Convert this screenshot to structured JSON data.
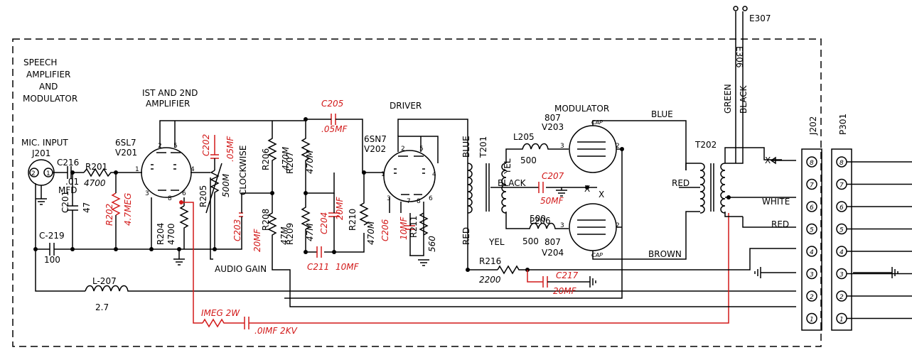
{
  "title_lines": [
    "SPEECH",
    "AMPLIFIER",
    "AND",
    "MODULATOR"
  ],
  "stage_labels": {
    "amp_line1": "IST AND 2ND",
    "amp_line2": "AMPLIFIER",
    "driver": "DRIVER",
    "modulator": "MODULATOR"
  },
  "connectors": {
    "mic_input": "MIC. INPUT",
    "j201": "J201",
    "j202": "J202",
    "p301": "P301",
    "e306": "E306",
    "e307": "E307",
    "pins": [
      "8",
      "7",
      "6",
      "5",
      "4",
      "3",
      "2",
      "1"
    ],
    "x_label": "X",
    "white": "WHITE",
    "red": "RED"
  },
  "tubes": {
    "v201_type": "6SL7",
    "v201": "V201",
    "v202_type": "6SN7",
    "v202": "V202",
    "v203_type": "807",
    "v203": "V203",
    "v204_type": "807",
    "v204": "V204",
    "cap": "CAP",
    "pins": {
      "p1": "1",
      "p2": "2",
      "p3": "3",
      "p4": "4",
      "p5": "5",
      "p6": "6",
      "p7": "7",
      "p8": "8"
    }
  },
  "components": {
    "c216": "C216",
    "c216_val1": ".01",
    "c216_val2": "MFD",
    "r201": "R201",
    "r201_val": "4700",
    "r202": "R202",
    "r202_val": "4.7MEG",
    "c201": "C201",
    "c201_val": "47",
    "c219": "C-219",
    "c219_val": "100",
    "l207": "L-207",
    "l207_val": "2.7",
    "r204": "R204",
    "r204_val": "4700",
    "c202": "C202",
    "c202_val": ".05MF",
    "r205": "R205",
    "r205_val": "500M",
    "clockwise": "CLOCKWISE",
    "c203": "C203",
    "c203_val": "20MF",
    "audio_gain": "AUDIO GAIN",
    "r206": "R206",
    "r206_val": "470M",
    "r208": "R208",
    "r208_val": "47M",
    "c205": "C205",
    "c205_val": ".05MF",
    "r207": "R207",
    "r207_val": "470M",
    "r209": "R209",
    "r209_val": "47M",
    "c204": "C204",
    "c204_val": "20MF",
    "c211": "C211",
    "c211_val": "10MF",
    "r210": "R210",
    "r210_val": "470M",
    "c206": "C206",
    "c206_val": "10MF",
    "r211": "R211",
    "r211_val": "560",
    "t201": "T201",
    "blue": "BLUE",
    "red": "RED",
    "yel": "YEL",
    "black": "BLACK",
    "l205": "L205",
    "l205_val": "500",
    "l206": "L206",
    "l206_val": "500",
    "c207": "C207",
    "c207_val": "50MF",
    "r216": "R216",
    "r216_val": "2200",
    "c217": "C217",
    "c217_val": "20MF",
    "t202": "T202",
    "green": "GREEN",
    "brown": "BROWN",
    "red_t202": "RED",
    "r_mod_1": "IMEG 2W",
    "c_mod_1": ".0IMF 2KV",
    "x": "X"
  },
  "colors": {
    "line": "#000000",
    "added": "#d21919",
    "background": "#ffffff"
  }
}
